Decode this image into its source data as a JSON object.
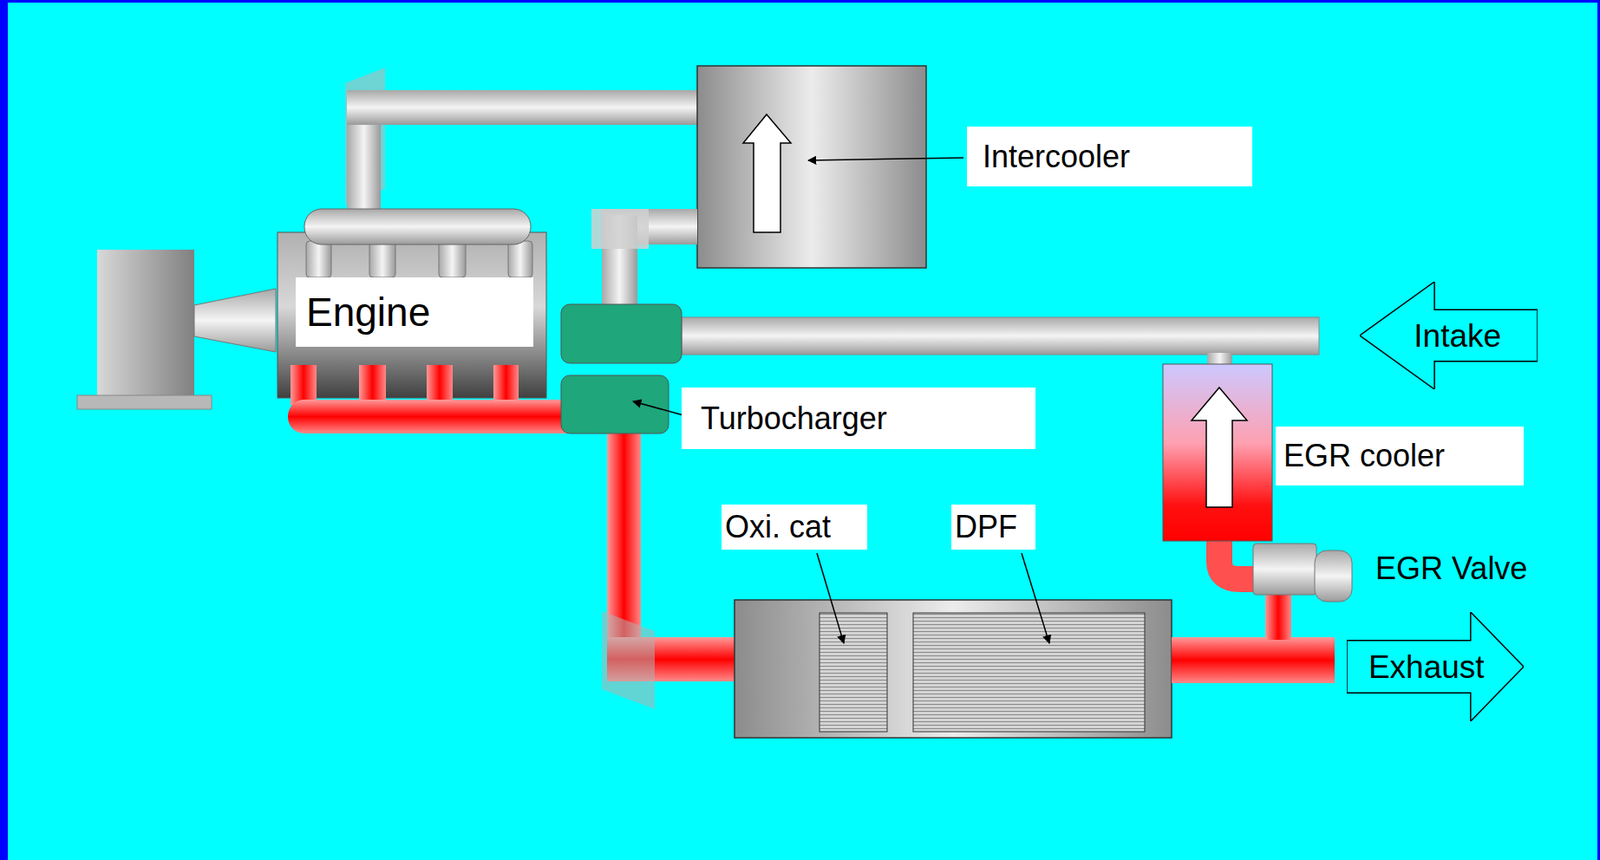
{
  "diagram": {
    "nodes": [
      {
        "text": [
          "Engine"
        ]
      },
      {
        "text": [
          "Intake"
        ]
      },
      {
        "text": [
          "Exhaust"
        ]
      }
    ],
    "labels": [
      "Intercooler",
      "Turbocharger",
      "EGR cooler",
      "Oxi. cat",
      "DPF",
      "EGR Valve"
    ]
  }
}
